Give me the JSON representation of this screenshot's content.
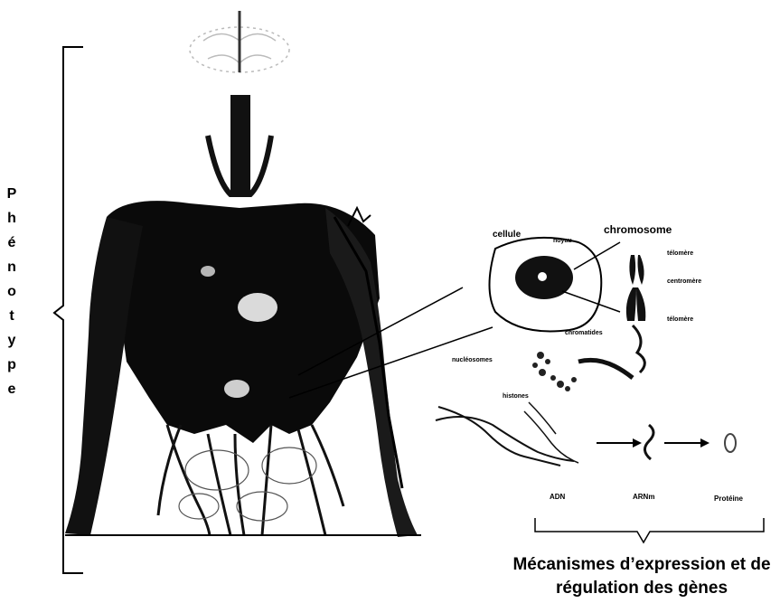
{
  "phenotype_letters": [
    "P",
    "h",
    "é",
    "n",
    "o",
    "t",
    "y",
    "p",
    "e"
  ],
  "labels": {
    "cellule": "cellule",
    "chromosome": "chromosome",
    "noyau": "noyau",
    "telomere_top": "télomère",
    "centromere": "centromère",
    "telomere_bottom": "télomère",
    "chromatides": "chromatides",
    "nucleosomes": "nucléosomes",
    "histones": "histones",
    "adn": "ADN",
    "arnm": "ARNm",
    "proteine": "Protéine"
  },
  "caption": {
    "line1": "Mécanismes d’expression et de",
    "line2": "régulation des gènes"
  }
}
